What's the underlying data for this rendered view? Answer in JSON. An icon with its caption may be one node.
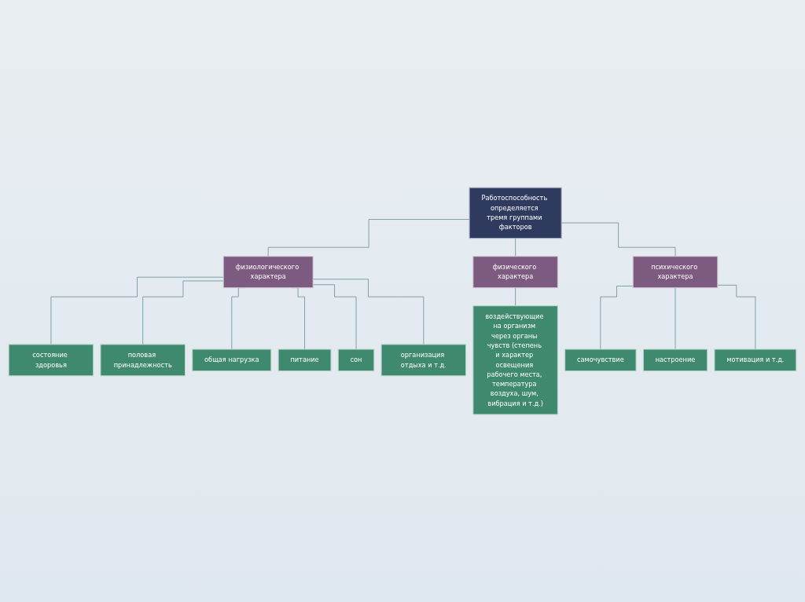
{
  "diagram": {
    "nodes": [
      {
        "text": [
          "Работоспособность определяется тремя группами факторов"
        ]
      },
      {
        "text": [
          "физиологического характера"
        ]
      },
      {
        "text": [
          "физического характера"
        ]
      },
      {
        "text": [
          "психического характера"
        ]
      },
      {
        "text": [
          "состояние здоровья"
        ]
      },
      {
        "text": [
          "половая принадлежность"
        ]
      },
      {
        "text": [
          "общая нагрузка"
        ]
      },
      {
        "text": [
          "питание"
        ]
      },
      {
        "text": [
          "сон"
        ]
      },
      {
        "text": [
          "организация отдыха и т.д."
        ]
      },
      {
        "text": [
          "воздействующие на организм через органы чувств (степень и характер освещения рабочего места, температура воздуха, шум, вибрация и т.д.)"
        ]
      },
      {
        "text": [
          "самочувствие"
        ]
      },
      {
        "text": [
          "настроение"
        ]
      },
      {
        "text": [
          "мотивация и т.д."
        ]
      }
    ],
    "edges": [
      {
        "from": 0,
        "to": 1,
        "arrow": "none"
      },
      {
        "from": 0,
        "to": 2,
        "arrow": "none"
      },
      {
        "from": 0,
        "to": 3,
        "arrow": "none"
      },
      {
        "from": 1,
        "to": 4,
        "arrow": "none"
      },
      {
        "from": 1,
        "to": 5,
        "arrow": "none"
      },
      {
        "from": 1,
        "to": 6,
        "arrow": "none"
      },
      {
        "from": 1,
        "to": 7,
        "arrow": "none"
      },
      {
        "from": 1,
        "to": 8,
        "arrow": "none"
      },
      {
        "from": 1,
        "to": 9,
        "arrow": "none"
      },
      {
        "from": 2,
        "to": 10,
        "arrow": "none"
      },
      {
        "from": 3,
        "to": 11,
        "arrow": "none"
      },
      {
        "from": 3,
        "to": 12,
        "arrow": "none"
      },
      {
        "from": 3,
        "to": 13,
        "arrow": "none"
      }
    ]
  }
}
